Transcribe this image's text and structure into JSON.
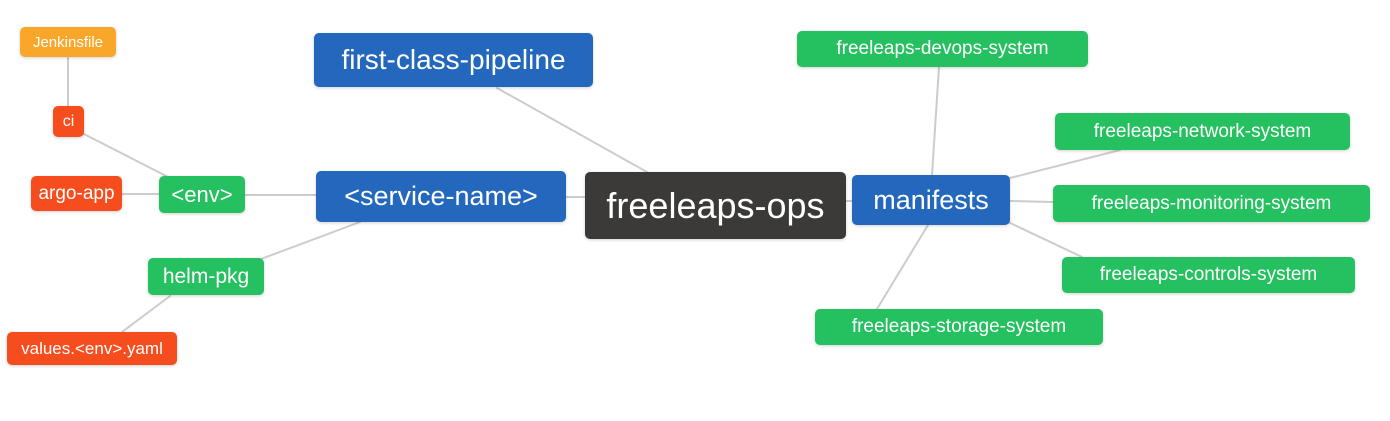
{
  "diagram": {
    "type": "mindmap",
    "root": "freeleaps-ops",
    "background": "#ffffff",
    "edge_color": "#cccccc"
  },
  "colors": {
    "blue": "#2368bd",
    "green": "#25c05f",
    "amber": "#f9a72b",
    "red_orange": "#f64d1e",
    "dark": "#3b3a39",
    "node_text": "#ffffff"
  },
  "nodes": {
    "freeleaps_ops": {
      "label": "freeleaps-ops",
      "color": "#3b3a39"
    },
    "first_class_pipeline": {
      "label": "first-class-pipeline",
      "color": "#2368bd"
    },
    "service_name": {
      "label": "<service-name>",
      "color": "#2368bd"
    },
    "manifests": {
      "label": "manifests",
      "color": "#2368bd"
    },
    "env": {
      "label": "<env>",
      "color": "#25c05f"
    },
    "helm_pkg": {
      "label": "helm-pkg",
      "color": "#25c05f"
    },
    "ci": {
      "label": "ci",
      "color": "#f64d1e"
    },
    "jenkinsfile": {
      "label": "Jenkinsfile",
      "color": "#f9a72b"
    },
    "argo_app": {
      "label": "argo-app",
      "color": "#f64d1e"
    },
    "values_env_yaml": {
      "label": "values.<env>.yaml",
      "color": "#f64d1e"
    },
    "devops_system": {
      "label": "freeleaps-devops-system",
      "color": "#25c05f"
    },
    "network_system": {
      "label": "freeleaps-network-system",
      "color": "#25c05f"
    },
    "monitoring_system": {
      "label": "freeleaps-monitoring-system",
      "color": "#25c05f"
    },
    "controls_system": {
      "label": "freeleaps-controls-system",
      "color": "#25c05f"
    },
    "storage_system": {
      "label": "freeleaps-storage-system",
      "color": "#25c05f"
    }
  },
  "edges": [
    {
      "from": "ci",
      "to": "jenkinsfile"
    },
    {
      "from": "env",
      "to": "ci"
    },
    {
      "from": "env",
      "to": "argo_app"
    },
    {
      "from": "service_name",
      "to": "env"
    },
    {
      "from": "service_name",
      "to": "helm_pkg"
    },
    {
      "from": "helm_pkg",
      "to": "values_env_yaml"
    },
    {
      "from": "freeleaps_ops",
      "to": "first_class_pipeline"
    },
    {
      "from": "freeleaps_ops",
      "to": "service_name"
    },
    {
      "from": "freeleaps_ops",
      "to": "manifests"
    },
    {
      "from": "manifests",
      "to": "devops_system"
    },
    {
      "from": "manifests",
      "to": "network_system"
    },
    {
      "from": "manifests",
      "to": "monitoring_system"
    },
    {
      "from": "manifests",
      "to": "controls_system"
    },
    {
      "from": "manifests",
      "to": "storage_system"
    }
  ]
}
